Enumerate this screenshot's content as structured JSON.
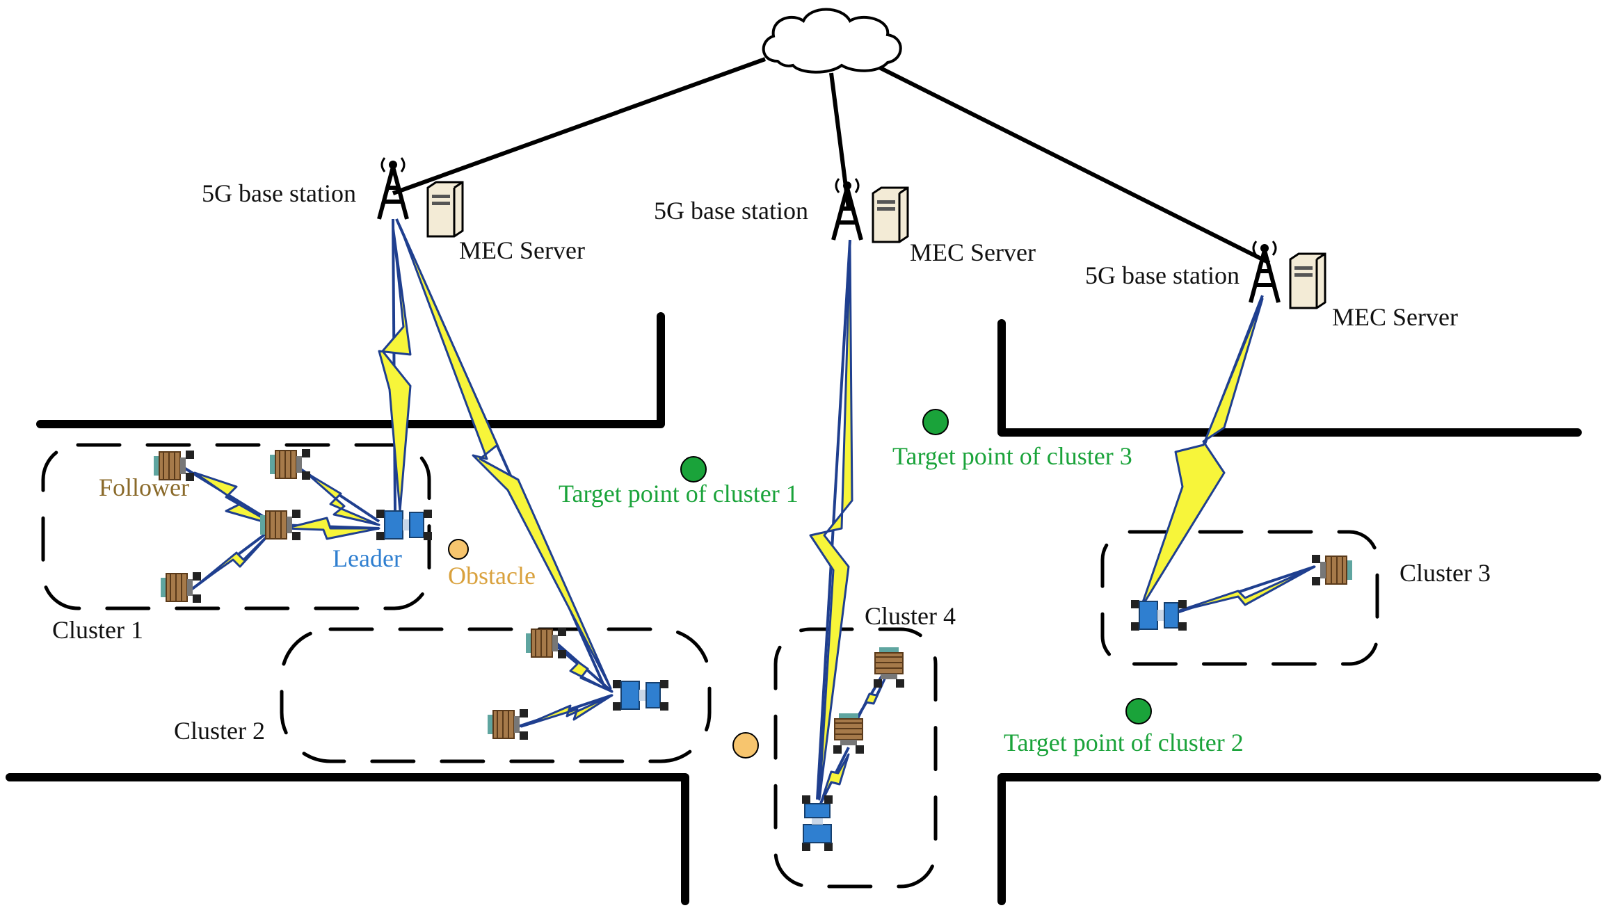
{
  "network": {
    "cloud_icon": "cloud-icon"
  },
  "stations": [
    {
      "station_label": "5G base station",
      "server_label": "MEC Server"
    },
    {
      "station_label": "5G base station",
      "server_label": "MEC Server"
    },
    {
      "station_label": "5G base station",
      "server_label": "MEC Server"
    }
  ],
  "clusters": [
    {
      "label": "Cluster 1"
    },
    {
      "label": "Cluster 2"
    },
    {
      "label": "Cluster 3"
    },
    {
      "label": "Cluster 4"
    }
  ],
  "targets": [
    {
      "label": "Target point of cluster 1"
    },
    {
      "label": "Target point of cluster 3"
    },
    {
      "label": "Target point of cluster 2"
    }
  ],
  "roles": {
    "follower": "Follower",
    "leader": "Leader",
    "obstacle": "Obstacle"
  },
  "colors": {
    "target": "#1aa33a",
    "obstacle": "#f7c56e",
    "leader": "#2f7fd0",
    "follower": "#8a6a2a",
    "link": "#f7f53a"
  }
}
